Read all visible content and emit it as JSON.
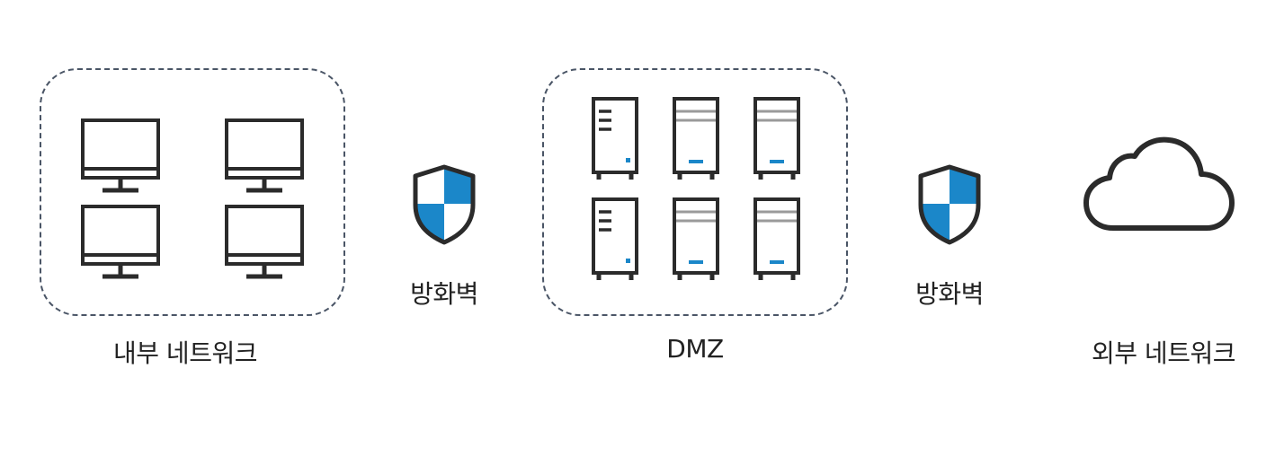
{
  "colors": {
    "accent": "#1b87c9",
    "stroke": "#2b2b2b",
    "border": "#4a5566"
  },
  "internal": {
    "label": "내부 네트워크",
    "icons": [
      "monitor-icon",
      "monitor-icon",
      "monitor-icon",
      "monitor-icon"
    ]
  },
  "firewall_left": {
    "label": "방화벽",
    "icon": "shield-icon"
  },
  "dmz": {
    "label": "DMZ",
    "icons": [
      "server-icon",
      "server-icon",
      "server-icon",
      "server-icon",
      "server-icon",
      "server-icon"
    ]
  },
  "firewall_right": {
    "label": "방화벽",
    "icon": "shield-icon"
  },
  "external": {
    "label": "외부 네트워크",
    "icon": "cloud-icon"
  }
}
